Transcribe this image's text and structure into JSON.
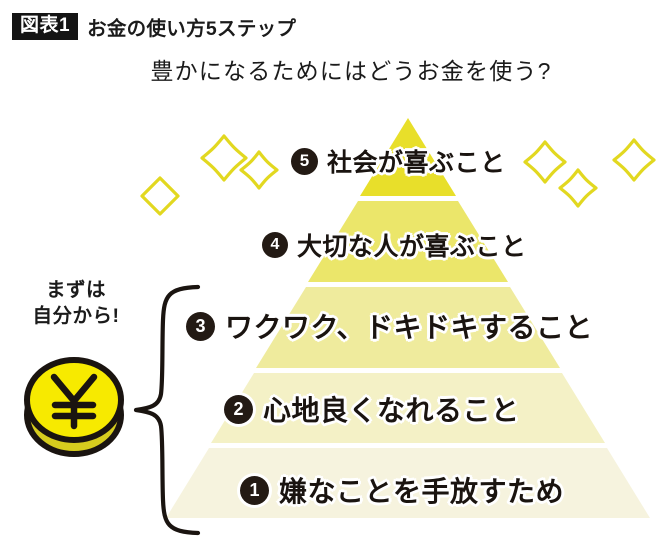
{
  "header": {
    "figure_badge": "図表1",
    "title": "お金の使い方5ステップ",
    "subtitle": "豊かになるためにはどうお金を使う?"
  },
  "annotation": {
    "line1": "まずは",
    "line2": "自分から!",
    "coin_symbol": "¥",
    "coin_icon": "yen-coin-icon",
    "brace_icon": "curly-brace-icon"
  },
  "pyramid": {
    "tiers": [
      {
        "number": "❺",
        "num_plain": "5",
        "label": "社会が喜ぶこと",
        "color": "#e8df2a"
      },
      {
        "number": "❹",
        "num_plain": "4",
        "label": "大切な人が喜ぶこと",
        "color": "#ebe66a"
      },
      {
        "number": "❸",
        "num_plain": "3",
        "label": "ワクワク、ドキドキすること",
        "color": "#efeb9d"
      },
      {
        "number": "❷",
        "num_plain": "2",
        "label": "心地良くなれること",
        "color": "#f4f1c6"
      },
      {
        "number": "❶",
        "num_plain": "1",
        "label": "嫌なことを手放すため",
        "color": "#f6f3de"
      }
    ]
  },
  "colors": {
    "badge_bg": "#141414",
    "text": "#1b1b1b",
    "number_bubble": "#231a14",
    "coin_face": "#f7ea00",
    "coin_shadow": "#d6cc1e",
    "coin_outline": "#1a1410",
    "sparkle": "#e2d820",
    "background": "#ffffff"
  },
  "decorations": {
    "sparkle_icon": "sparkle-icon",
    "sparkle_count": 6
  }
}
